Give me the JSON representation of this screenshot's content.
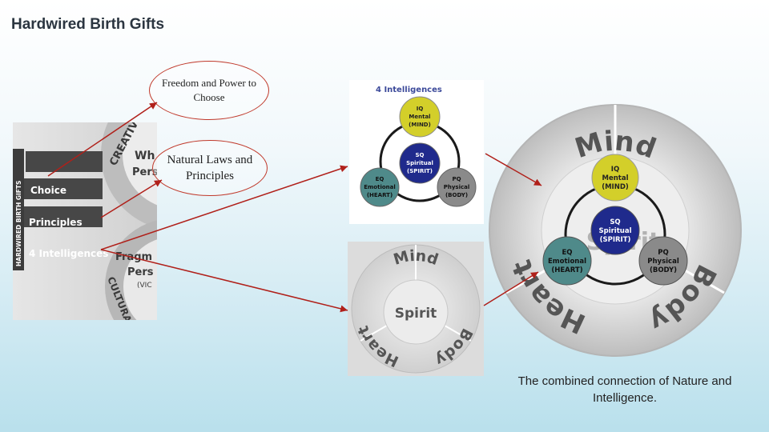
{
  "slide": {
    "title": "Hardwired Birth Gifts"
  },
  "left_panel": {
    "side_label": "HARDWIRED BIRTH GIFTS",
    "items": [
      "Choice",
      "Principles",
      "4 Intelligences"
    ],
    "wheel_top_letters": "CREATIV",
    "wheel_top_text": [
      "Wh",
      "Pers"
    ],
    "wheel_bottom_text": [
      "Fragm",
      "Pers",
      "(VIC"
    ],
    "wheel_bottom_letters": "CULTURA"
  },
  "bubbles": {
    "freedom": "Freedom and Power to Choose",
    "laws": "Natural Laws and Principles"
  },
  "intelligences_diagram": {
    "title": "4 Intelligences",
    "iq": [
      "IQ",
      "Mental",
      "(MIND)"
    ],
    "sq": [
      "SQ",
      "Spiritual",
      "(SPIRIT)"
    ],
    "eq": [
      "EQ",
      "Emotional",
      "(HEART)"
    ],
    "pq": [
      "PQ",
      "Physical",
      "(BODY)"
    ]
  },
  "wheel_small": {
    "mind": "Mind",
    "spirit": "Spirit",
    "heart": "Heart",
    "body": "Body"
  },
  "wheel_large": {
    "mind": "Mind",
    "heart": "Heart",
    "body": "Body",
    "spirit": "Spirit",
    "iq": [
      "IQ",
      "Mental",
      "(MIND)"
    ],
    "sq": [
      "SQ",
      "Spiritual",
      "(SPIRIT)"
    ],
    "eq": [
      "EQ",
      "Emotional",
      "(HEART)"
    ],
    "pq": [
      "PQ",
      "Physical",
      "(BODY)"
    ]
  },
  "caption": "The combined connection of Nature and Intelligence.",
  "colors": {
    "arrow": "#b0201a",
    "iq": "#d3cf2a",
    "sq": "#1f2a8c",
    "eq": "#4f8a8a",
    "pq": "#8a8a8a"
  }
}
